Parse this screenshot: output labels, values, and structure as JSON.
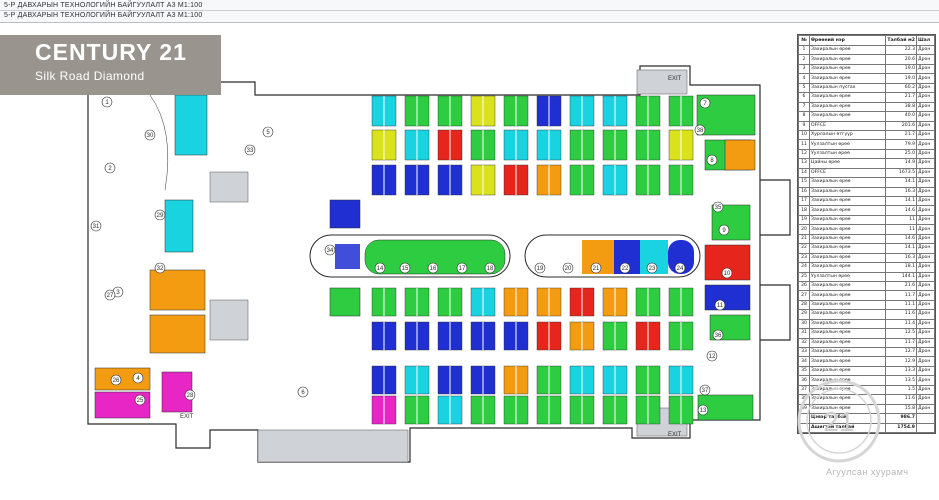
{
  "sheet": {
    "row1": "5-Р ДАВХАРЫН ТЕХНОЛОГИЙН БАЙГУУЛАЛТ   А3  М1:100",
    "row2": "5-Р ДАВХАРЫН ТЕХНОЛОГИЙН БАЙГУУЛАЛТ   А3  М1:100"
  },
  "logo": {
    "brand": "CENTURY 21",
    "sub": "Silk Road Diamond"
  },
  "plan": {
    "exit_label": "EXIT",
    "room_numbers": [
      "1",
      "2",
      "3",
      "4",
      "5",
      "6",
      "7",
      "8",
      "9",
      "10",
      "11",
      "12",
      "13",
      "14",
      "15",
      "16",
      "17",
      "18",
      "19",
      "20",
      "21",
      "22",
      "23",
      "24",
      "25",
      "26",
      "27",
      "28",
      "29",
      "30",
      "31",
      "32",
      "33",
      "34",
      "35",
      "36",
      "37",
      "38"
    ],
    "colors": {
      "cyan": "#19d3e0",
      "blue": "#1f2fd2",
      "green": "#2ecc40",
      "orange": "#f39c12",
      "red": "#e6261c",
      "yellow": "#d9e21a",
      "magenta": "#e826c6",
      "lime": "#7ed957",
      "line": "#2b2b2b",
      "floor": "#ffffff",
      "stairs": "#cfd3d8"
    }
  },
  "legend": {
    "headers": [
      "№",
      "Өрөөний нэр",
      "Талбай м2",
      "Шал"
    ],
    "rows": [
      [
        "1",
        "Захиралын өрөө",
        "22.3",
        "Дрон"
      ],
      [
        "2",
        "Захиралын өрөө",
        "20.6",
        "Дрон"
      ],
      [
        "3",
        "Захиралын өрөө",
        "19.0",
        "Дрон"
      ],
      [
        "4",
        "Захиралын өрөө",
        "19.0",
        "Дрон"
      ],
      [
        "5",
        "Захиралын пусгах",
        "60.2",
        "Дрон"
      ],
      [
        "6",
        "Захиралын өрөө",
        "21.7",
        "Дрон"
      ],
      [
        "7",
        "Захиралын өрөө",
        "38.8",
        "Дрон"
      ],
      [
        "8",
        "Захиралын өрөө",
        "40.0",
        "Дрон"
      ],
      [
        "9",
        "OFFCE",
        "201.6",
        "Дрон"
      ],
      [
        "10",
        "Хурлалын өтгүүр",
        "21.7",
        "Дрон"
      ],
      [
        "11",
        "Уулзалтын өрөө",
        "79.9",
        "Дрон"
      ],
      [
        "12",
        "Уулзалтын өрөө",
        "25.0",
        "Дрон"
      ],
      [
        "13",
        "Цайны өрөө",
        "14.9",
        "Дрон"
      ],
      [
        "14",
        "OFFCE",
        "1673.5",
        "Дрон"
      ],
      [
        "15",
        "Захиралын өрөө",
        "14.1",
        "Дрон"
      ],
      [
        "16",
        "Захиралын өрөө",
        "16.3",
        "Дрон"
      ],
      [
        "17",
        "Захиралын өрөө",
        "14.1",
        "Дрон"
      ],
      [
        "18",
        "Захиралын өрөө",
        "14.6",
        "Дрон"
      ],
      [
        "19",
        "Захиралын өрөө",
        "11",
        "Дрон"
      ],
      [
        "20",
        "Захиралын өрөө",
        "11",
        "Дрон"
      ],
      [
        "21",
        "Захиралын өрөө",
        "14.6",
        "Дрон"
      ],
      [
        "22",
        "Захиралын өрөө",
        "14.1",
        "Дрон"
      ],
      [
        "23",
        "Захиралын өрөө",
        "16.3",
        "Дрон"
      ],
      [
        "24",
        "Захиралын өрөө",
        "18.1",
        "Дрон"
      ],
      [
        "25",
        "Уулзалтын өрөө",
        "144.1",
        "Дрон"
      ],
      [
        "26",
        "Захиралын өрөө",
        "21.6",
        "Дрон"
      ],
      [
        "27",
        "Захиралын өрөө",
        "11.7",
        "Дрон"
      ],
      [
        "28",
        "Захиралын өрөө",
        "11.1",
        "Дрон"
      ],
      [
        "29",
        "Захиралын өрөө",
        "11.6",
        "Дрон"
      ],
      [
        "30",
        "Захиралын өрөө",
        "11.4",
        "Дрон"
      ],
      [
        "31",
        "Захиралын өрөө",
        "12.5",
        "Дрон"
      ],
      [
        "32",
        "Захиралын өрөө",
        "11.7",
        "Дрон"
      ],
      [
        "33",
        "Захиралын өрөө",
        "12.7",
        "Дрон"
      ],
      [
        "34",
        "Захиралын өрөө",
        "12.9",
        "Дрон"
      ],
      [
        "35",
        "Захиралын өрөө",
        "13.3",
        "Дрон"
      ],
      [
        "36",
        "Захиралын өрөө",
        "13.5",
        "Дрон"
      ],
      [
        "37",
        "Захиралын өрөө",
        "1.5",
        "Дрон"
      ],
      [
        "38",
        "Захиралын өрөө",
        "11.6",
        "Дрон"
      ],
      [
        "39",
        "Захиралын өрөө",
        "15.8",
        "Дрон"
      ]
    ],
    "totals": [
      [
        "",
        "Цэвэр талбай",
        "986.7",
        ""
      ],
      [
        "",
        "Ашигтай талбай",
        "1754.9",
        ""
      ]
    ]
  },
  "watermark": {
    "glyph": "21",
    "text": "Агуулсан хуурамч"
  }
}
